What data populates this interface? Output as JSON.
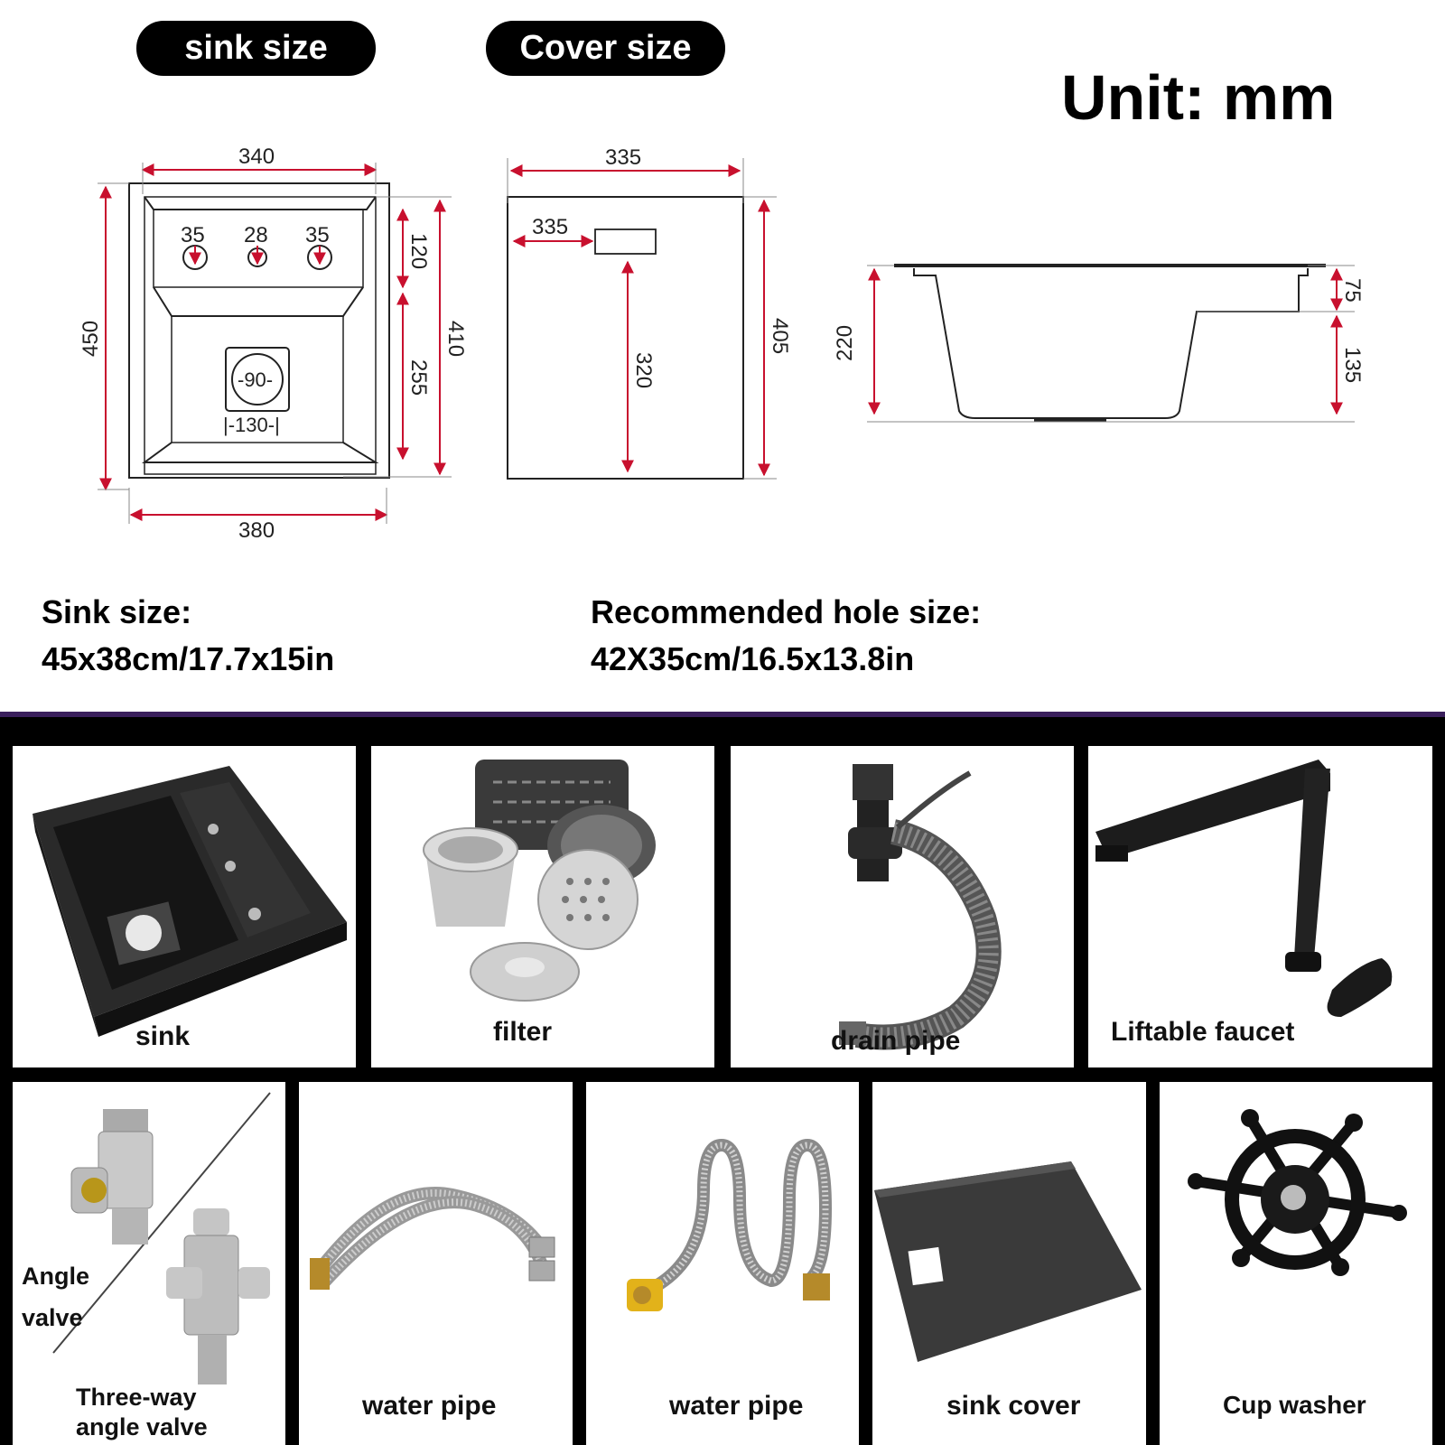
{
  "header": {
    "sink_size_tab": "sink size",
    "cover_size_tab": "Cover size",
    "unit": "Unit: mm"
  },
  "dimensions": {
    "sink": {
      "top_width": "340",
      "bottom_width": "380",
      "height_outer": "450",
      "height_inner": "410",
      "hole_spacing_left": "35",
      "hole_spacing_mid": "28",
      "hole_spacing_right": "35",
      "upper_depth": "120",
      "lower_depth": "255",
      "drain_diameter": "-90-",
      "drain_box": "|-130-|"
    },
    "cover": {
      "width": "335",
      "slot_offset": "335",
      "slot_height": "320",
      "height": "405"
    },
    "profile": {
      "total_depth": "220",
      "step_depth": "75",
      "bowl_depth": "135"
    }
  },
  "info": {
    "sink_size_label": "Sink size:",
    "sink_size_value": "45x38cm/17.7x15in",
    "hole_size_label": "Recommended hole size:",
    "hole_size_value": "42X35cm/16.5x13.8in"
  },
  "parts": [
    {
      "label": "sink",
      "icon": "sink-icon"
    },
    {
      "label": "filter",
      "icon": "filter-icon"
    },
    {
      "label": "drain pipe",
      "icon": "drain-pipe-icon"
    },
    {
      "label": "Liftable faucet",
      "icon": "faucet-icon"
    },
    {
      "label": "Angle",
      "label2": "valve",
      "label3": "Three-way",
      "label4": "angle valve",
      "icon": "angle-valve-icon"
    },
    {
      "label": "water pipe",
      "icon": "water-pipe-icon"
    },
    {
      "label": "water pipe",
      "icon": "water-pipe-coil-icon"
    },
    {
      "label": "sink cover",
      "icon": "sink-cover-icon"
    },
    {
      "label": "Cup washer",
      "icon": "cup-washer-icon"
    }
  ],
  "colors": {
    "dimension_line": "#c8102e",
    "band": "#000000",
    "band_accent": "#3a1f5c"
  }
}
